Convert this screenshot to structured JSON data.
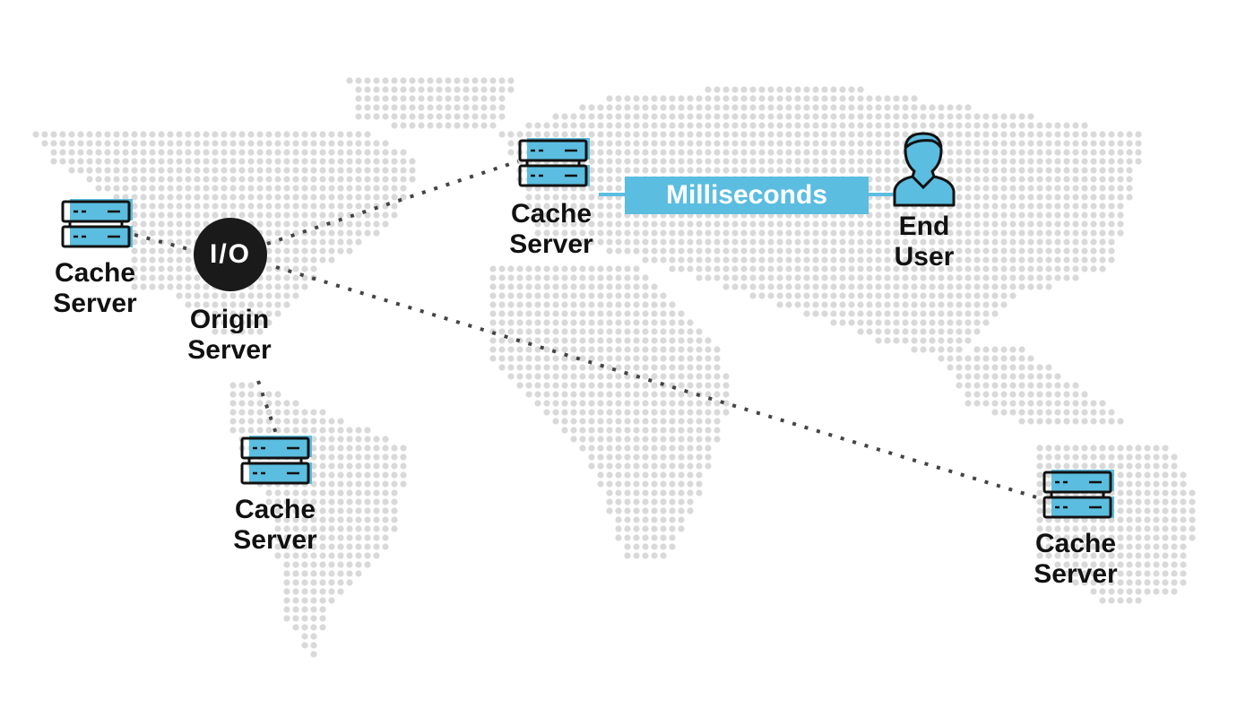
{
  "colors": {
    "accent": "#5bbde0",
    "dark": "#1a1a1a",
    "map_dot": "#d9d9d9",
    "link": "#444444"
  },
  "nodes": {
    "origin": {
      "label_line1": "Origin",
      "label_line2": "Server",
      "icon_text": "I/O"
    },
    "cache_na": {
      "label_line1": "Cache",
      "label_line2": "Server"
    },
    "cache_sa": {
      "label_line1": "Cache",
      "label_line2": "Server"
    },
    "cache_eu": {
      "label_line1": "Cache",
      "label_line2": "Server"
    },
    "cache_au": {
      "label_line1": "Cache",
      "label_line2": "Server"
    },
    "end_user": {
      "label_line1": "End",
      "label_line2": "User"
    }
  },
  "latency_label": "Milliseconds"
}
